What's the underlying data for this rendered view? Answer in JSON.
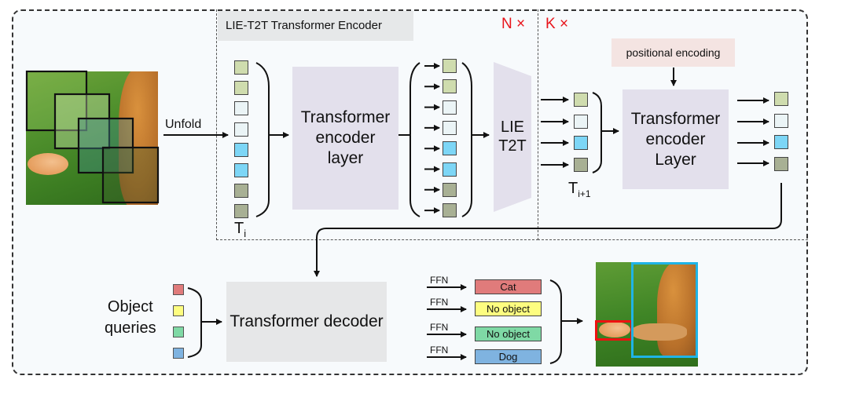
{
  "encoder": {
    "title": "LIE-T2T Transformer Encoder",
    "repeat_label": "N ×",
    "unfold_label": "Unfold",
    "token_label_main": "T",
    "token_label_sub": "i",
    "encoder_layer_label_lines": [
      "Transformer",
      "encoder",
      "layer"
    ],
    "lie_t2t_label_lines": [
      "LIE",
      "T2T"
    ],
    "tokens_in": [
      "#cfdcae",
      "#cfdcae",
      "#ebf4f6",
      "#ebf4f6",
      "#7dd6f6",
      "#7dd6f6",
      "#a8b094",
      "#a8b094"
    ],
    "tokens_out": [
      "#cfdcae",
      "#cfdcae",
      "#ebf4f6",
      "#ebf4f6",
      "#7dd6f6",
      "#7dd6f6",
      "#a8b094",
      "#a8b094"
    ]
  },
  "k_block": {
    "repeat_label": "K ×",
    "positional_encoding_label": "positional encoding",
    "token_label_main": "T",
    "token_label_sub": "i+1",
    "layer_label_lines": [
      "Transformer",
      "encoder",
      "Layer"
    ],
    "tokens_in": [
      "#cfdcae",
      "#ebf4f6",
      "#7dd6f6",
      "#a8b094"
    ],
    "tokens_out": [
      "#cfdcae",
      "#ebf4f6",
      "#7dd6f6",
      "#a8b094"
    ]
  },
  "decoder": {
    "object_queries_label_lines": [
      "Object",
      "queries"
    ],
    "query_colors": [
      "#e07b7b",
      "#fdfd80",
      "#7fd9a5",
      "#7fb3e0"
    ],
    "decoder_label": "Transformer decoder",
    "ffn_label": "FFN",
    "outputs": [
      {
        "label": "Cat",
        "color": "#e07b7b"
      },
      {
        "label": "No object",
        "color": "#fdfd80"
      },
      {
        "label": "No object",
        "color": "#7fd9a5"
      },
      {
        "label": "Dog",
        "color": "#7fb3e0"
      }
    ]
  },
  "result_image": {
    "boxes": [
      {
        "label": "cat",
        "color": "#ee1111"
      },
      {
        "label": "dog",
        "color": "#1fb4e6"
      }
    ]
  }
}
